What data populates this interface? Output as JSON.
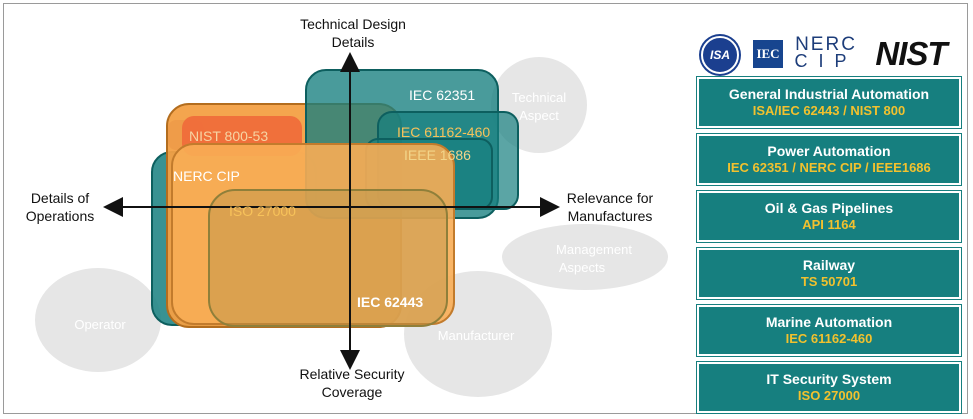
{
  "axes": {
    "top": [
      "Technical Design",
      "Details"
    ],
    "bottom": [
      "Relative Security",
      "Coverage"
    ],
    "left": [
      "Details of",
      "Operations"
    ],
    "right": [
      "Relevance for",
      "Manufactures"
    ]
  },
  "bubbles": {
    "technical": [
      "Technical",
      "Aspect"
    ],
    "management": [
      "Management",
      "Aspects"
    ],
    "operator": "Operator",
    "manufacturer": "Manufacturer"
  },
  "standards_labels": {
    "iec62351": "IEC 62351",
    "iec61162": "IEC 61162-460",
    "ieee1686": "IEEE 1686",
    "nist": "NIST 800-53",
    "nerc": "NERC CIP",
    "iso": "ISO 27000",
    "iec62443": "IEC 62443"
  },
  "logos": {
    "isa": "ISA",
    "iec": "IEC",
    "nerc_top": "NERC",
    "nerc_bottom": "CIP",
    "nist": "NIST"
  },
  "sectors": [
    {
      "title": "General Industrial Automation",
      "standards": "ISA/IEC 62443 / NIST 800"
    },
    {
      "title": "Power Automation",
      "standards": "IEC 62351 / NERC CIP / IEEE1686"
    },
    {
      "title": "Oil & Gas Pipelines",
      "standards": "API 1164"
    },
    {
      "title": "Railway",
      "standards": "TS 50701"
    },
    {
      "title": "Marine Automation",
      "standards": "IEC 61162-460"
    },
    {
      "title": "IT Security System",
      "standards": "ISO 27000"
    }
  ],
  "colors": {
    "teal": "#167f7f",
    "orange": "#f5a54a",
    "gold": "#f2c12e",
    "bubble": "#e6e6e6"
  }
}
